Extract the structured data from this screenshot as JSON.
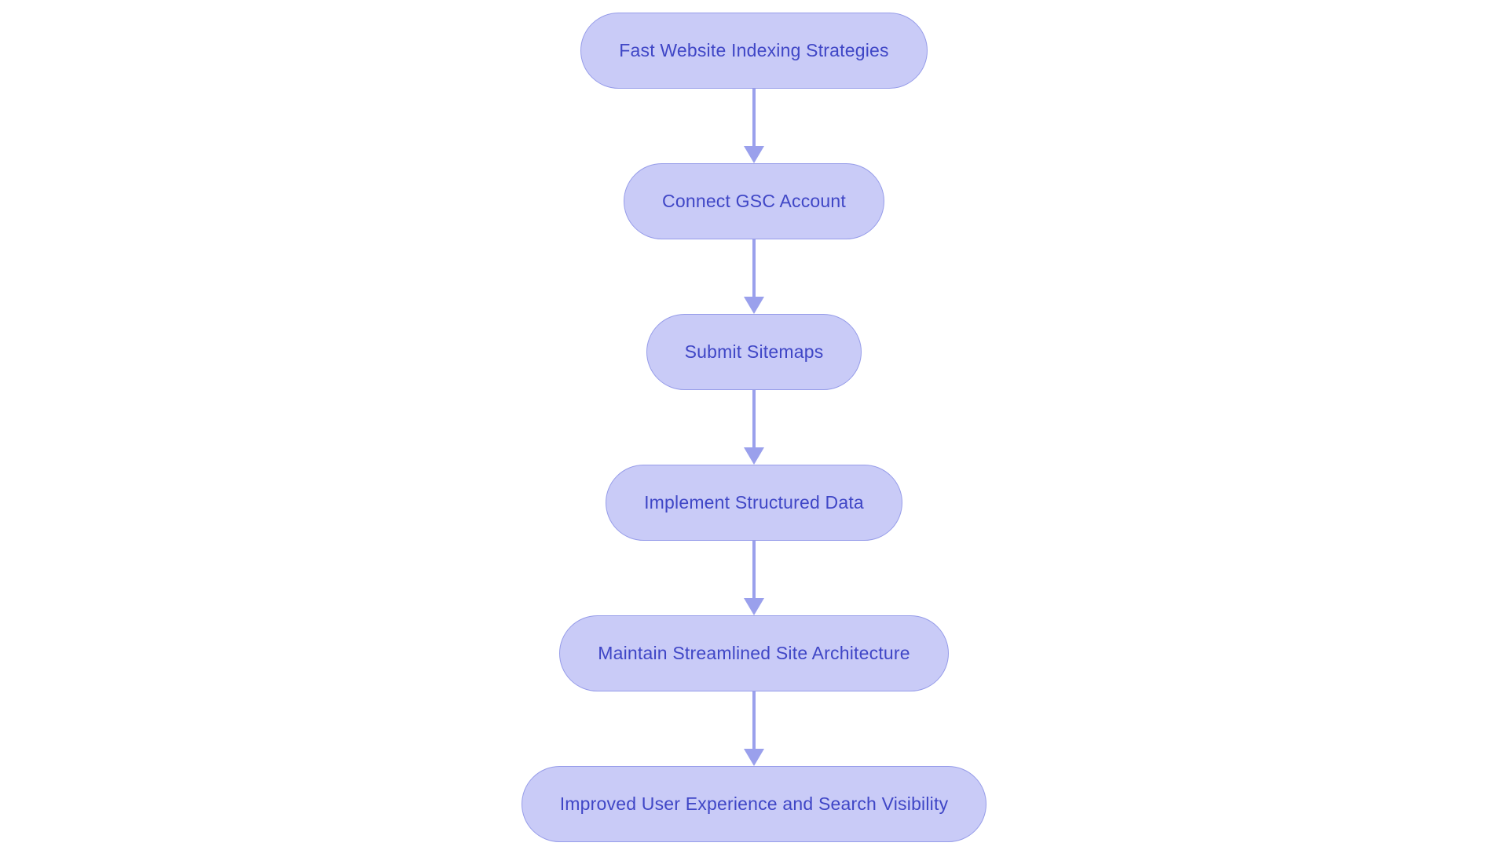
{
  "flowchart": {
    "type": "flowchart",
    "direction": "top-down",
    "colors": {
      "node_fill": "#c9cbf7",
      "node_border": "#969ce9",
      "text": "#3f46c6",
      "arrow": "#9aa0ec",
      "background": "#ffffff"
    },
    "nodes": [
      {
        "id": "start",
        "label": "Fast Website Indexing Strategies"
      },
      {
        "id": "step1",
        "label": "Connect GSC Account"
      },
      {
        "id": "step2",
        "label": "Submit Sitemaps"
      },
      {
        "id": "step3",
        "label": "Implement Structured Data"
      },
      {
        "id": "step4",
        "label": "Maintain Streamlined Site Architecture"
      },
      {
        "id": "end",
        "label": "Improved User Experience and Search Visibility"
      }
    ],
    "edges": [
      {
        "from": "start",
        "to": "step1"
      },
      {
        "from": "step1",
        "to": "step2"
      },
      {
        "from": "step2",
        "to": "step3"
      },
      {
        "from": "step3",
        "to": "step4"
      },
      {
        "from": "step4",
        "to": "end"
      }
    ]
  }
}
